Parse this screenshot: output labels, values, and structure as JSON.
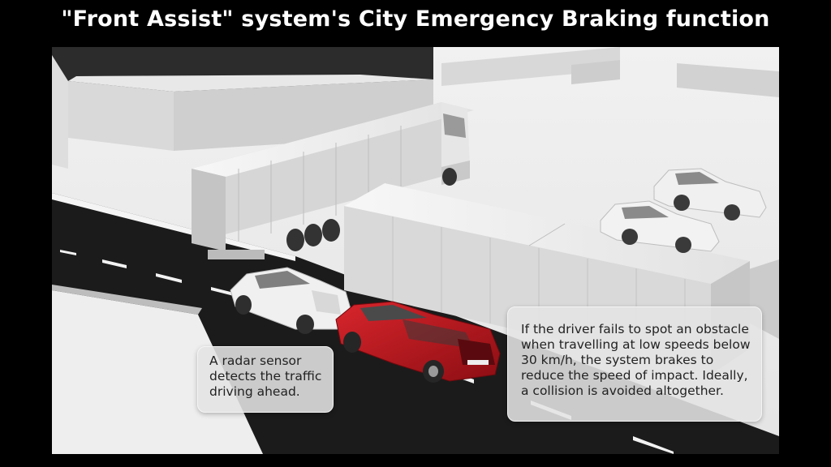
{
  "title": "\"Front Assist\" system's City Emergency Braking function",
  "callouts": {
    "radar": [
      "A radar sensor",
      "detects the traffic",
      "driving ahead."
    ],
    "braking": [
      "If the driver fails to spot an obstacle",
      "when travelling at low speeds below",
      "30 km/h, the system brakes to",
      "reduce the speed of impact. Ideally,",
      "a collision is avoided altogether."
    ]
  },
  "colors": {
    "background": "#000000",
    "road": "#1a1a1a",
    "ground": "#e9e9e9",
    "vehicles_white": "#eeeeee",
    "featured_car": "#c0141b"
  }
}
